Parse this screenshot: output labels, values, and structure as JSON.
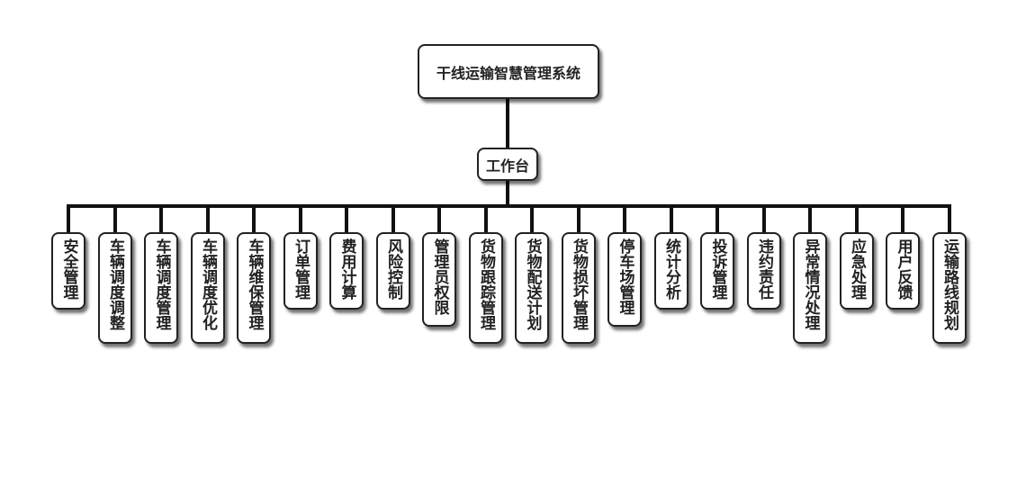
{
  "root": {
    "label": "干线运输智慧管理系统"
  },
  "hub": {
    "label": "工作台"
  },
  "modules": [
    "安全管理",
    "车辆调度调整",
    "车辆调度管理",
    "车辆调度优化",
    "车辆维保管理",
    "订单管理",
    "费用计算",
    "风险控制",
    "管理员权限",
    "货物跟踪管理",
    "货物配送计划",
    "货物损坏管理",
    "停车场管理",
    "统计分析",
    "投诉管理",
    "违约责任",
    "异常情况处理",
    "应急处理",
    "用户反馈",
    "运输路线规划"
  ]
}
